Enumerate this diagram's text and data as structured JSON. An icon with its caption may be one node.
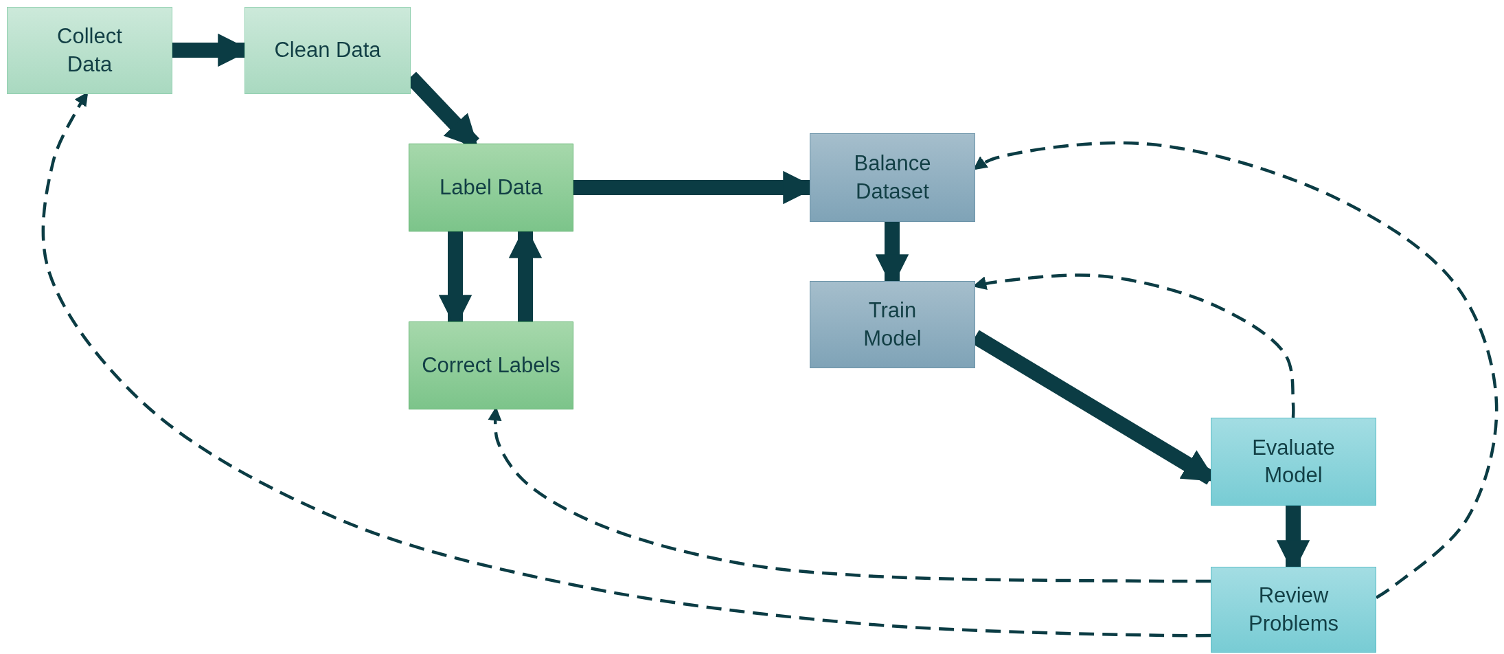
{
  "diagram": {
    "nodes": [
      {
        "text": [
          "Collect Data"
        ]
      },
      {
        "text": [
          "Clean Data"
        ]
      },
      {
        "text": [
          "Label Data"
        ]
      },
      {
        "text": [
          "Correct Labels"
        ]
      },
      {
        "text": [
          "Balance Dataset"
        ]
      },
      {
        "text": [
          "Train Model"
        ]
      },
      {
        "text": [
          "Evaluate Model"
        ]
      },
      {
        "text": [
          "Review Problems"
        ]
      }
    ],
    "edges": [
      {
        "from": 0,
        "to": 1,
        "arrow": "to"
      },
      {
        "from": 1,
        "to": 2,
        "arrow": "to"
      },
      {
        "from": 2,
        "to": 4,
        "arrow": "to"
      },
      {
        "from": 2,
        "to": 3,
        "arrow": "to"
      },
      {
        "from": 3,
        "to": 2,
        "arrow": "to"
      },
      {
        "from": 4,
        "to": 5,
        "arrow": "to"
      },
      {
        "from": 5,
        "to": 6,
        "arrow": "to"
      },
      {
        "from": 6,
        "to": 7,
        "arrow": "to"
      },
      {
        "from": 7,
        "to": 3,
        "arrow": "to",
        "style": "dashed"
      },
      {
        "from": 7,
        "to": 0,
        "arrow": "to",
        "style": "dashed"
      },
      {
        "from": 6,
        "to": 5,
        "arrow": "to",
        "style": "dashed"
      },
      {
        "from": 7,
        "to": 4,
        "arrow": "to",
        "style": "dashed"
      }
    ]
  }
}
